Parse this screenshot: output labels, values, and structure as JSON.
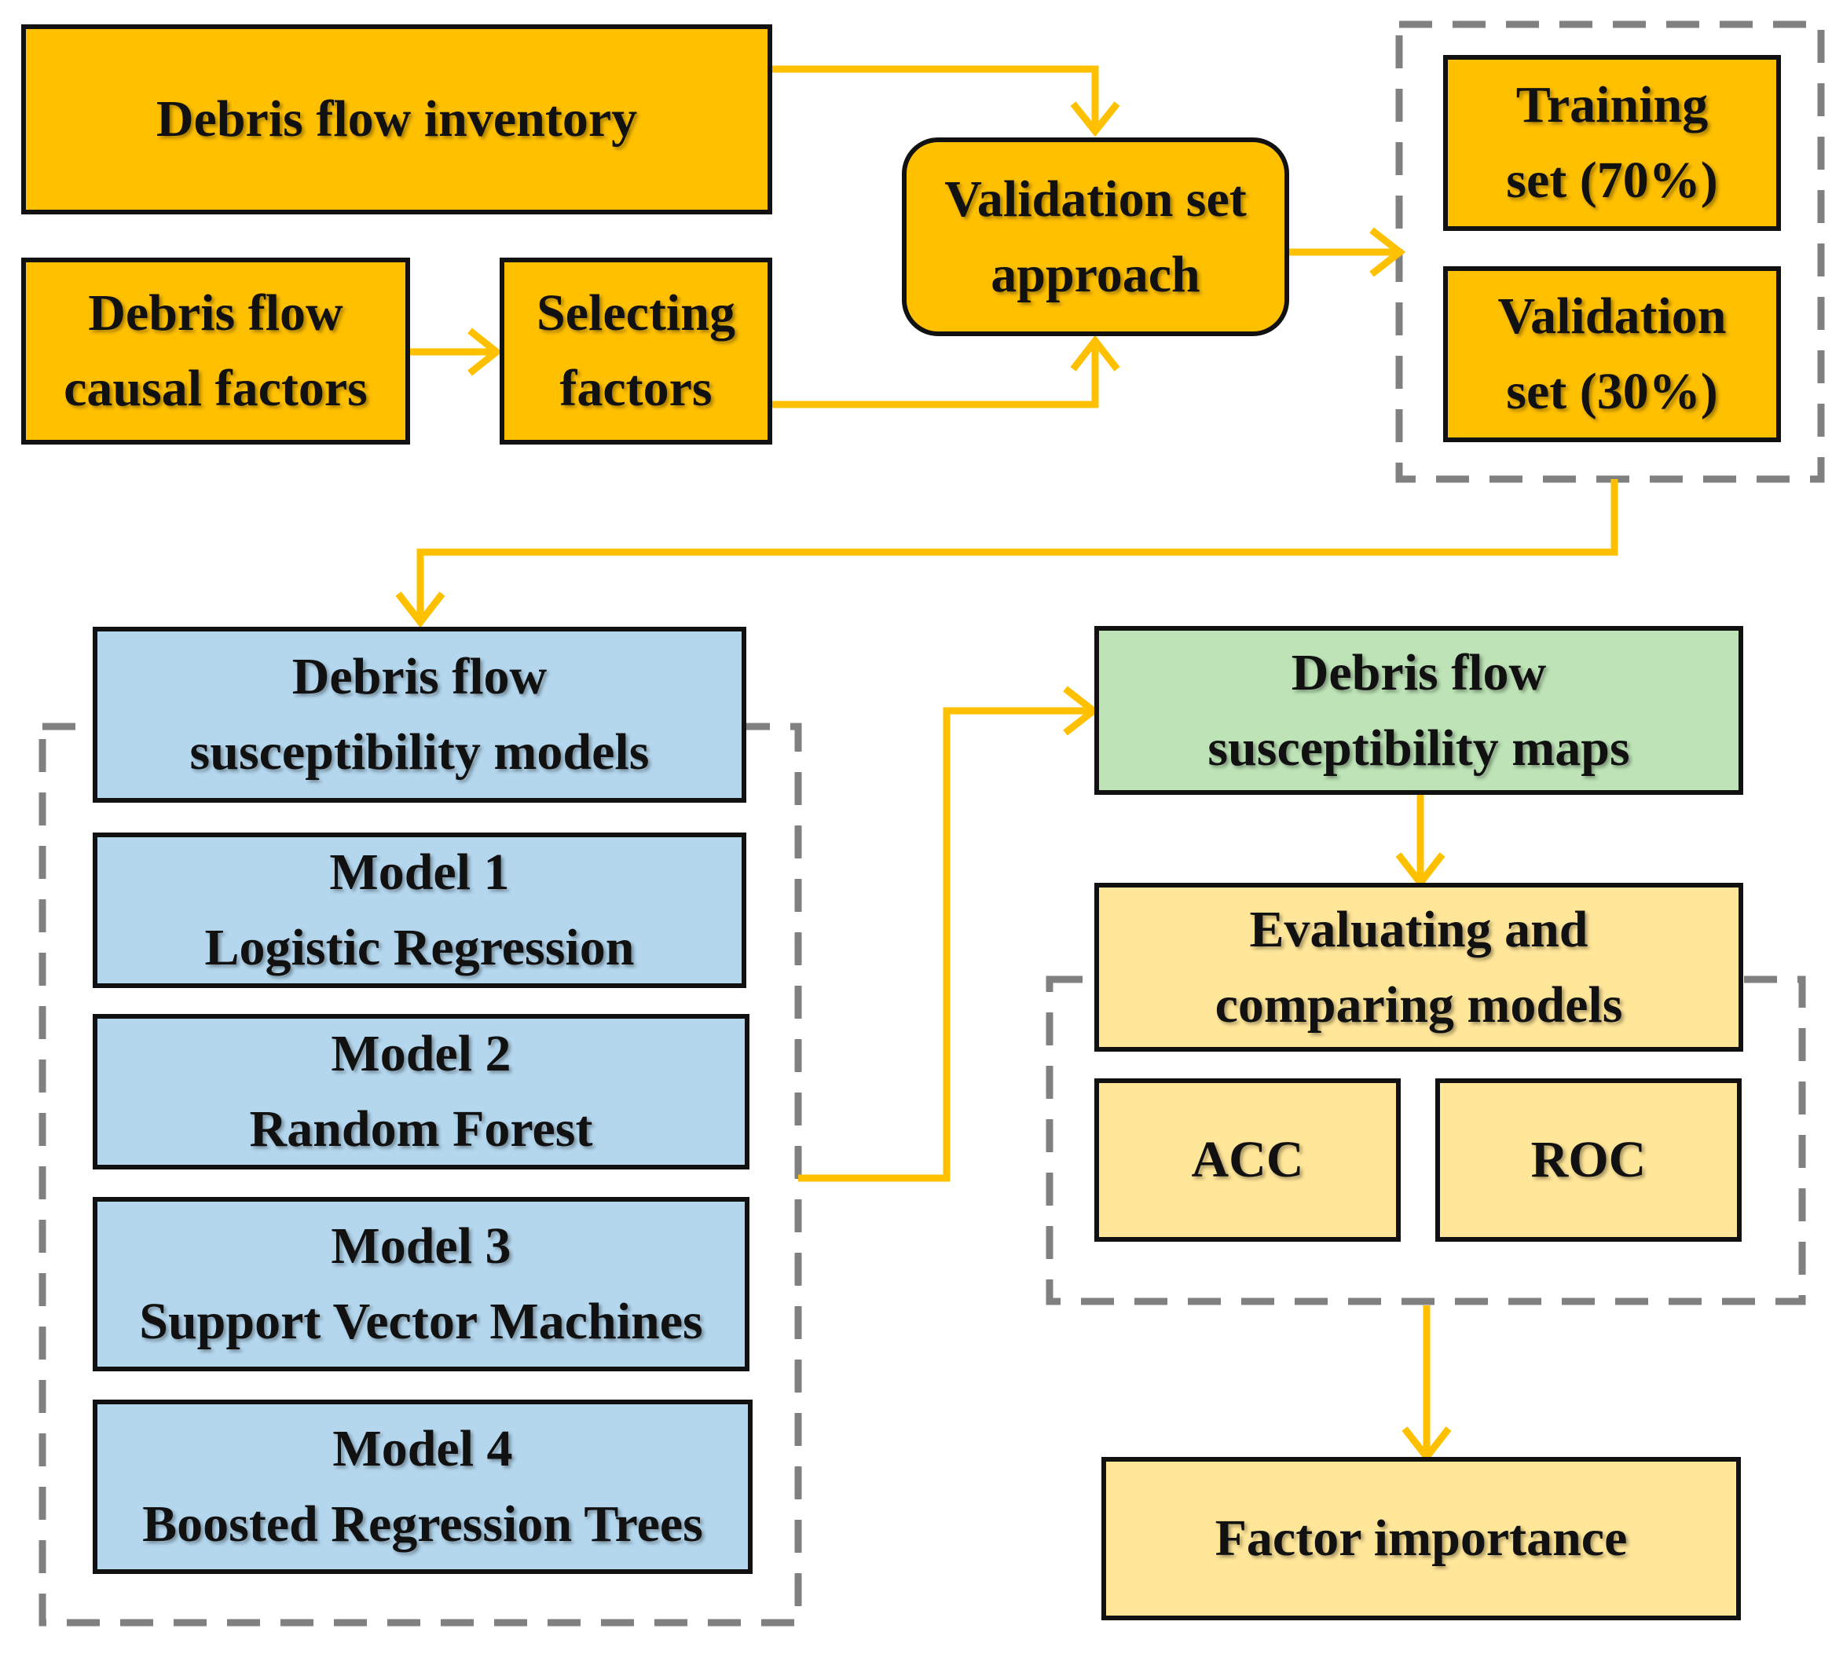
{
  "colors": {
    "arrow": "#FFC000",
    "dashed_border": "#808080",
    "orange_node": "#FFC000",
    "blue_node": "#B4D7EE",
    "green_node": "#BDE3B6",
    "yellow_node": "#FFE699"
  },
  "nodes": {
    "inventory": {
      "lines": [
        "Debris flow inventory"
      ]
    },
    "causal_factors": {
      "lines": [
        "Debris flow",
        "causal factors"
      ]
    },
    "selecting_factors": {
      "lines": [
        "Selecting",
        "factors"
      ]
    },
    "validation_approach": {
      "lines": [
        "Validation set",
        "approach"
      ]
    },
    "training_set": {
      "lines": [
        "Training",
        "set (70%)"
      ]
    },
    "validation_set": {
      "lines": [
        "Validation",
        "set (30%)"
      ]
    },
    "models_header": {
      "lines": [
        "Debris flow",
        "susceptibility models"
      ]
    },
    "model1": {
      "lines": [
        "Model 1",
        "Logistic Regression"
      ]
    },
    "model2": {
      "lines": [
        "Model 2",
        "Random Forest"
      ]
    },
    "model3": {
      "lines": [
        "Model 3",
        "Support Vector Machines"
      ]
    },
    "model4": {
      "lines": [
        "Model 4",
        "Boosted Regression Trees"
      ]
    },
    "maps": {
      "lines": [
        "Debris flow",
        "susceptibility maps"
      ]
    },
    "evaluating": {
      "lines": [
        "Evaluating and",
        "comparing models"
      ]
    },
    "acc": {
      "lines": [
        "ACC"
      ]
    },
    "roc": {
      "lines": [
        "ROC"
      ]
    },
    "factor_importance": {
      "lines": [
        "Factor importance"
      ]
    }
  }
}
